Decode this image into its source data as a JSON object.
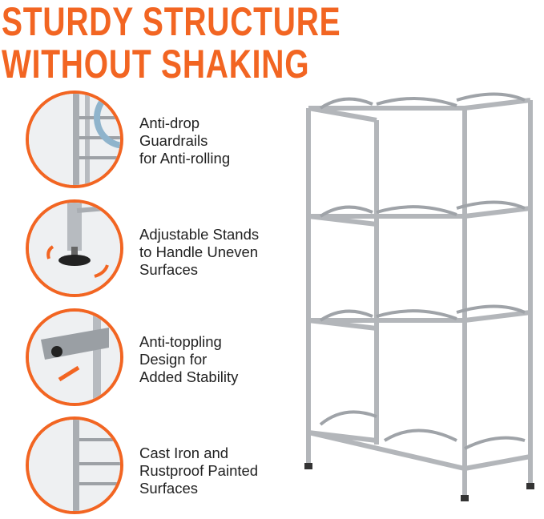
{
  "title": {
    "line1": "STURDY STRUCTURE",
    "line2": "WITHOUT SHAKING"
  },
  "features": [
    {
      "lines": [
        "Anti-drop",
        "Guardrails",
        "for Anti-rolling"
      ],
      "icon": "guardrail-closeup"
    },
    {
      "lines": [
        "Adjustable Stands",
        "to Handle Uneven",
        "Surfaces"
      ],
      "icon": "adjustable-foot-closeup"
    },
    {
      "lines": [
        "Anti-toppling",
        "Design for",
        "Added Stability"
      ],
      "icon": "anti-topple-strap-closeup"
    },
    {
      "lines": [
        "Cast Iron and",
        "Rustproof Painted",
        "Surfaces"
      ],
      "icon": "frame-closeup"
    }
  ],
  "colors": {
    "accent": "#f26522",
    "metal": "#b9bcc0"
  }
}
